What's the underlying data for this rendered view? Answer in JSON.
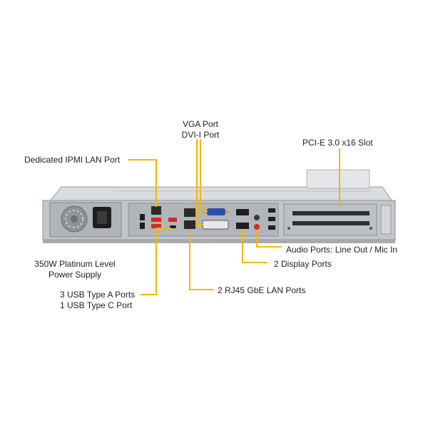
{
  "labels": {
    "vga": "VGA Port",
    "dvi": "DVI-I Port",
    "pcie": "PCI-E 3.0 x16 Slot",
    "ipmi": "Dedicated IPMI  LAN Port",
    "psu_line1": "350W Platinum  Level",
    "psu_line2": "Power Supply",
    "audio": "Audio Ports:  Line Out  / Mic In",
    "display": "2 Display Ports",
    "rj45": "2 RJ45 GbE LAN Ports",
    "usb_line1": "3 USB Type  A Ports",
    "usb_line2": "1 USB Type  C Port"
  },
  "colors": {
    "callout": "#f2b705",
    "chassis": "#c9ccd0",
    "panel": "#b9bcc0",
    "usb_red": "#d42a2a",
    "vga_blue": "#2a4fb0"
  }
}
